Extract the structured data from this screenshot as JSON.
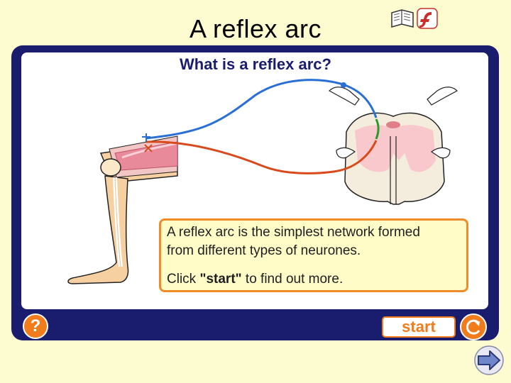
{
  "slide": {
    "title": "A reflex arc"
  },
  "header_icons": {
    "book": "book-icon",
    "flash": "flash-icon"
  },
  "activity": {
    "question": "What is a reflex arc?",
    "description_line1": "A reflex arc is the simplest network formed",
    "description_line2": "from different types of neurones.",
    "instruction_prefix": "Click ",
    "instruction_keyword": "\"start\"",
    "instruction_suffix": " to find out more.",
    "start_label": "start",
    "help_label": "?"
  },
  "colors": {
    "frame": "#1a1d6e",
    "accent_orange": "#f07c1c",
    "sensory_neurone": "#2a6fd6",
    "motor_neurone": "#d84a1c",
    "relay_neurone": "#2a9a2a",
    "background": "#fdfbd0"
  },
  "navigation": {
    "next_icon": "arrow-right-icon",
    "replay_icon": "replay-icon"
  }
}
